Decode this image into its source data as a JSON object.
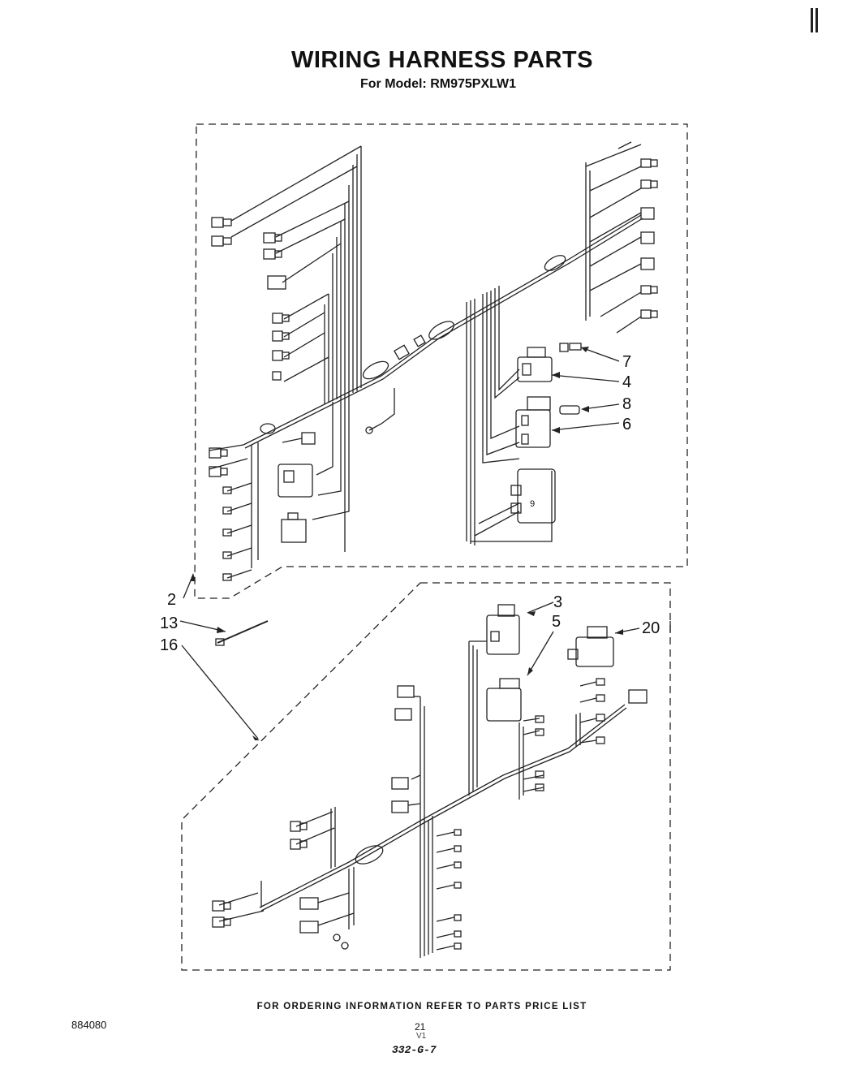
{
  "header": {
    "title": "WIRING HARNESS PARTS",
    "subtitle": "For Model: RM975PXLW1"
  },
  "callouts": {
    "c7": "7",
    "c4": "4",
    "c8": "8",
    "c6": "6",
    "c2": "2",
    "c13": "13",
    "c16": "16",
    "c3": "3",
    "c5": "5",
    "c20": "20",
    "c9": "9"
  },
  "footer": {
    "order_note": "FOR ORDERING INFORMATION REFER TO PARTS PRICE LIST",
    "doc_number": "884080",
    "page_number": "21",
    "page_mark": "V1",
    "catalog_code": "332-G-7"
  }
}
